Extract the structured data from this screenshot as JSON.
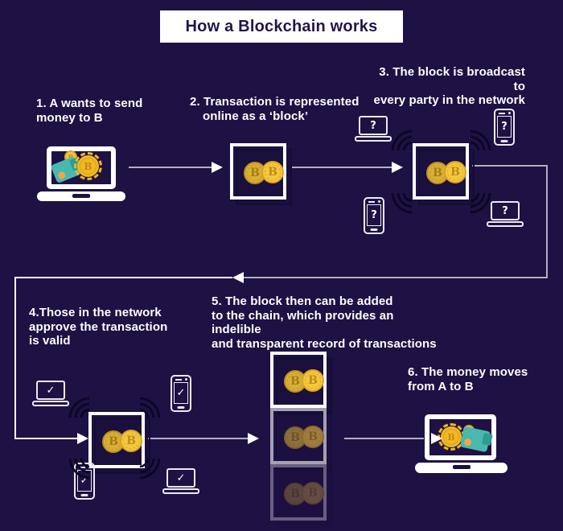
{
  "title": {
    "text": "How a Blockchain works"
  },
  "steps": [
    {
      "text": "1. A wants to send\nmoney to B"
    },
    {
      "text": "2. Transaction is represented\nonline as a ‘block’"
    },
    {
      "text": "3. The block is broadcast to\nevery party in the network"
    },
    {
      "text": "4.Those in the network\napprove the transaction\nis valid"
    },
    {
      "text": "5. The block then can be added\nto the chain, which provides an indelible\nand transparent record of transactions"
    },
    {
      "text": "6. The money moves\nfrom A to B"
    }
  ],
  "icons": {
    "question": "?",
    "check": "✓",
    "coin_letter": "B"
  },
  "colors": {
    "background": "#1e1144",
    "title_text": "#241549",
    "banner": "#ffffff",
    "text": "#ffffff",
    "connector_gray": "#b3afc2",
    "arrow_white": "#ffffff",
    "coin_gold": "#f5c73e",
    "coin_border": "#d9a51f",
    "spiky_gold": "#f0b822",
    "wallet_teal": "#49b8ae",
    "wallet_accent": "#f2a44d",
    "signal_arcs": "#0b0622",
    "device_outline": "#eceaf2"
  }
}
